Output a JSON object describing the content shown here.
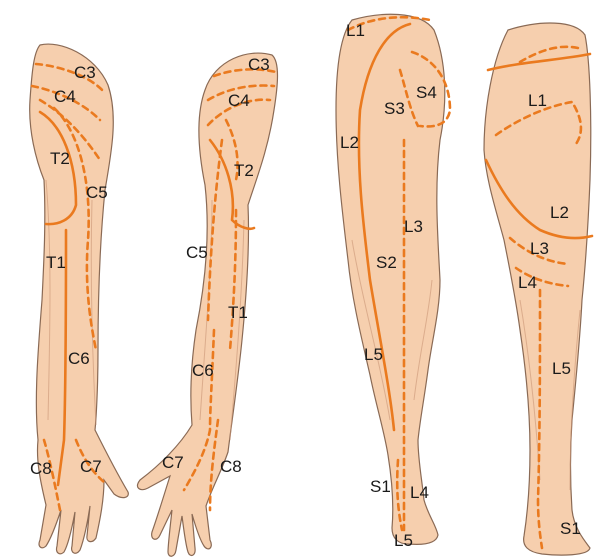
{
  "figure": {
    "arm_front_labels": [
      "C3",
      "C4",
      "T2",
      "C5",
      "T1",
      "C6",
      "C8",
      "C7"
    ],
    "arm_back_labels": [
      "C3",
      "C4",
      "T2",
      "C5",
      "T1",
      "C6",
      "C7",
      "C8"
    ],
    "leg_back_labels": [
      "L1",
      "S4",
      "S3",
      "L2",
      "L3",
      "S2",
      "L5",
      "S1",
      "L4",
      "L5"
    ],
    "leg_front_labels": [
      "L1",
      "L2",
      "L3",
      "L4",
      "L5",
      "S1"
    ]
  },
  "colors": {
    "skin": "#f6cfae",
    "dermatome_line": "#ea7a1f",
    "outline": "#8a6a55"
  }
}
